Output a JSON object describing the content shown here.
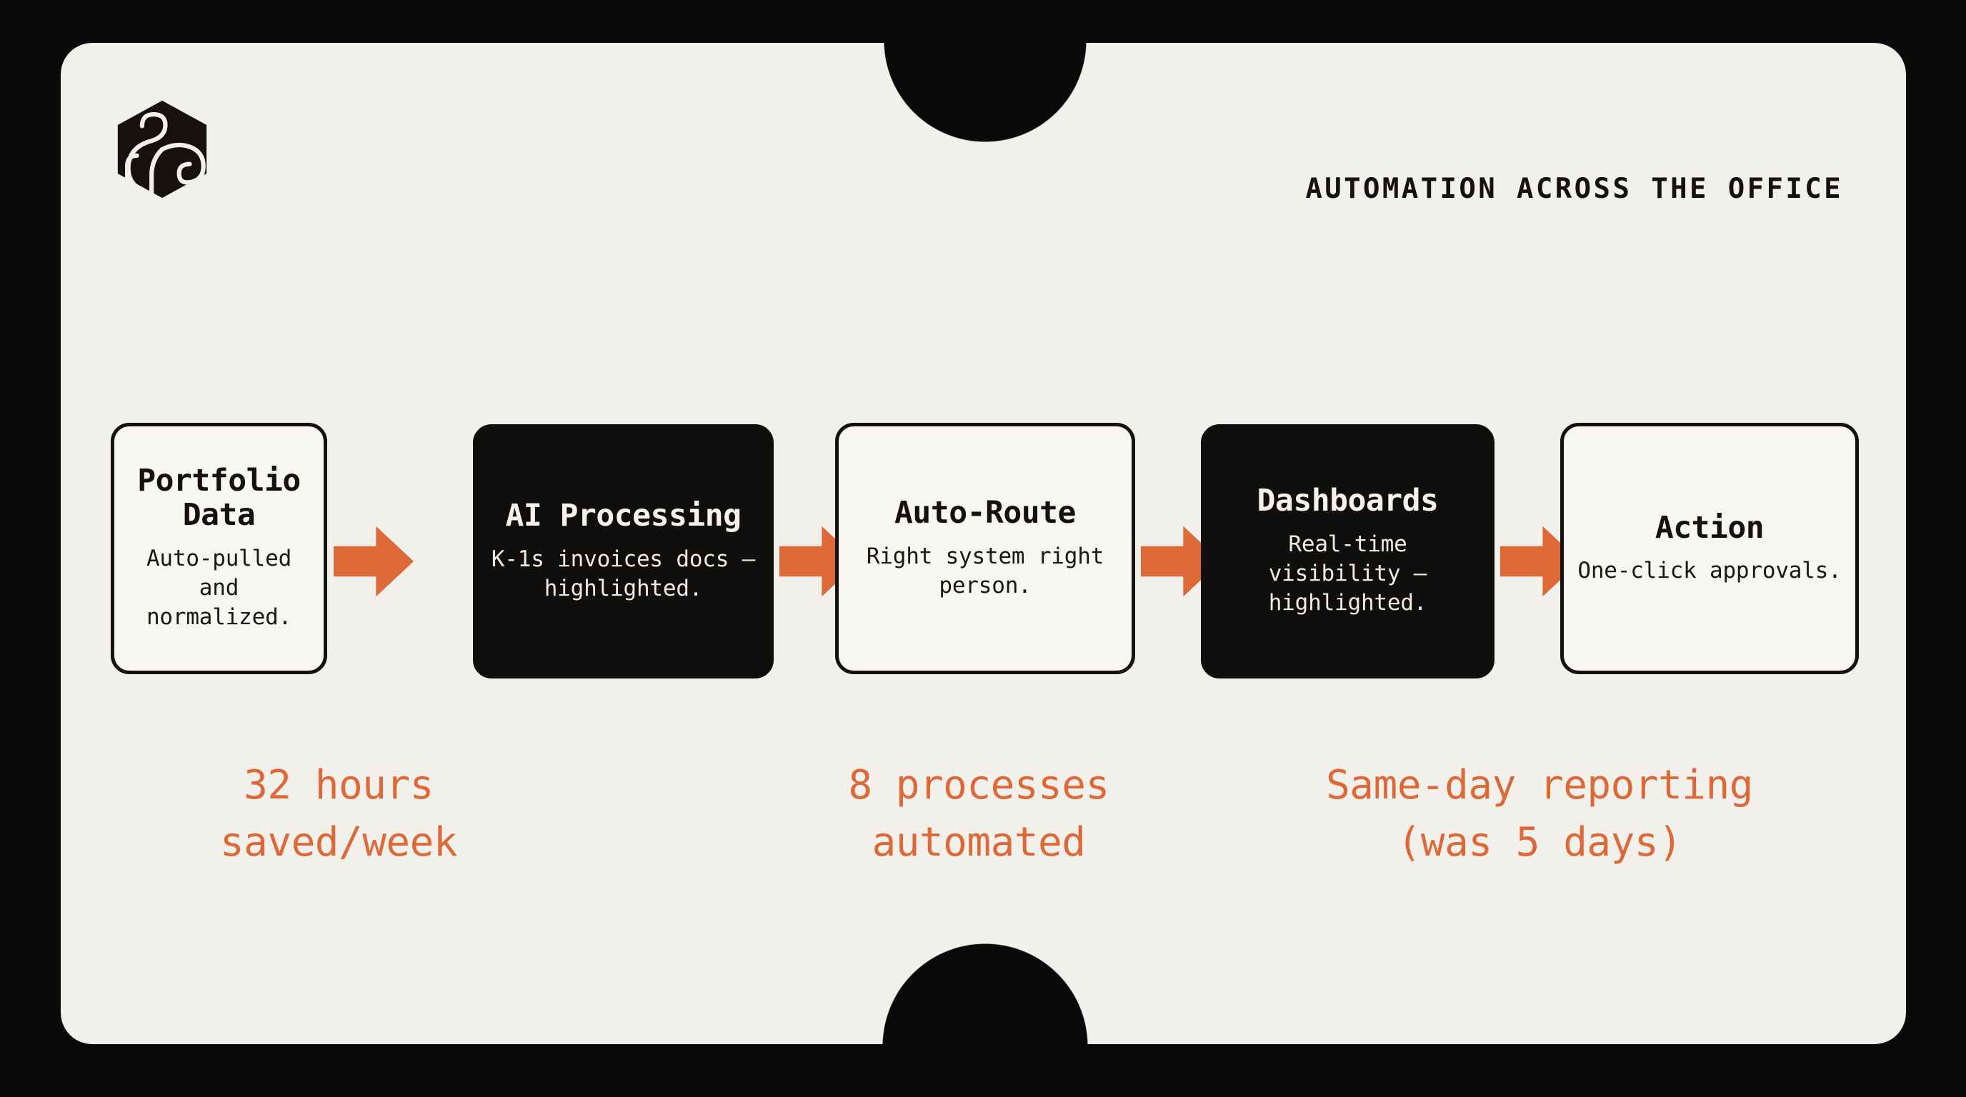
{
  "meta": {
    "background_color": "#0A0A0A",
    "card_color": "#F2F0EA",
    "accent_color": "#DD6938",
    "ink_color": "#14110F"
  },
  "header": {
    "logo_name": "abstract-cube-knot-logo",
    "title": "AUTOMATION ACROSS THE OFFICE"
  },
  "flow": {
    "steps": [
      {
        "id": "portfolio-data",
        "title": "Portfolio\nData",
        "desc": "Auto-pulled and\nnormalized.",
        "variant": "light"
      },
      {
        "id": "ai-processing",
        "title": "AI\nProcessing",
        "desc": "K-1s invoices\ndocs —\nhighlighted.",
        "variant": "dark"
      },
      {
        "id": "auto-route",
        "title": "Auto-Route",
        "desc": "Right system\nright person.",
        "variant": "light"
      },
      {
        "id": "dashboards",
        "title": "Dashboards",
        "desc": "Real-time\nvisibility —\nhighlighted.",
        "variant": "dark"
      },
      {
        "id": "action",
        "title": "Action",
        "desc": "One-click\napprovals.",
        "variant": "light"
      }
    ],
    "connector_icon": "arrow-right-icon",
    "connector_count": 4
  },
  "metrics": [
    {
      "id": "hours-saved",
      "text": "32 hours\nsaved/week"
    },
    {
      "id": "processes-automated",
      "text": "8 processes\nautomated"
    },
    {
      "id": "same-day-reporting",
      "text": "Same-day reporting\n(was 5 days)"
    }
  ]
}
